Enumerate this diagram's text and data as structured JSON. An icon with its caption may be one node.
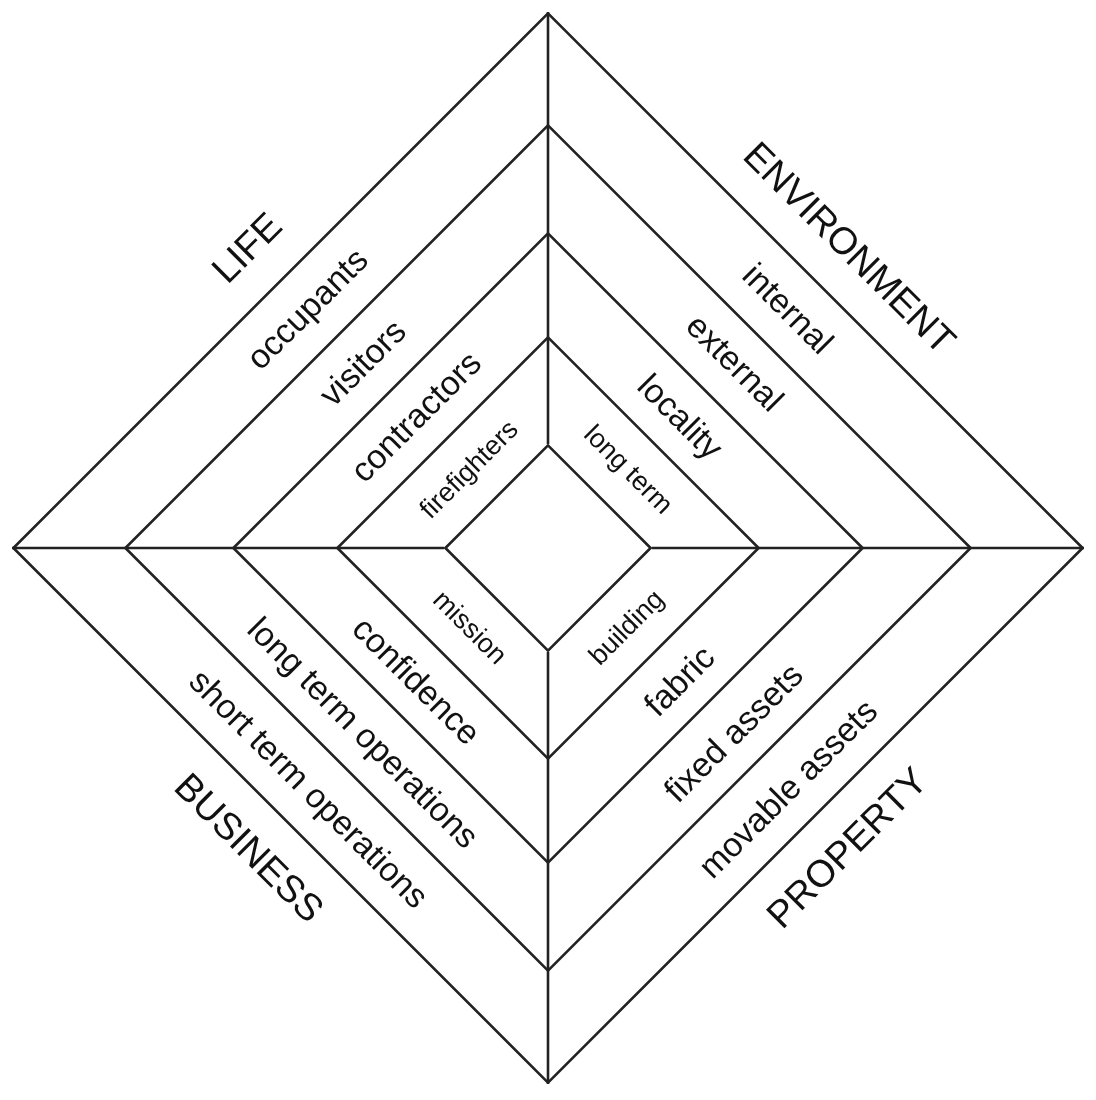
{
  "diagram": {
    "nodes": [
      {
        "text": [
          "occupants",
          "internal",
          "short term operations",
          "movable assets"
        ]
      },
      {
        "text": [
          "visitors",
          "external",
          "long term operations",
          "fixed assets"
        ],
        "in": 0
      },
      {
        "text": [
          "contractors",
          "locality",
          "confidence",
          "fabric"
        ],
        "in": 1
      },
      {
        "text": [
          "firefighters",
          "long term",
          "mission",
          "building"
        ],
        "in": 2
      },
      {
        "text": [],
        "shape": "diamond",
        "in": 3
      }
    ],
    "edges": [],
    "labels": [
      "LIFE",
      "ENVIRONMENT",
      "BUSINESS",
      "PROPERTY"
    ]
  }
}
